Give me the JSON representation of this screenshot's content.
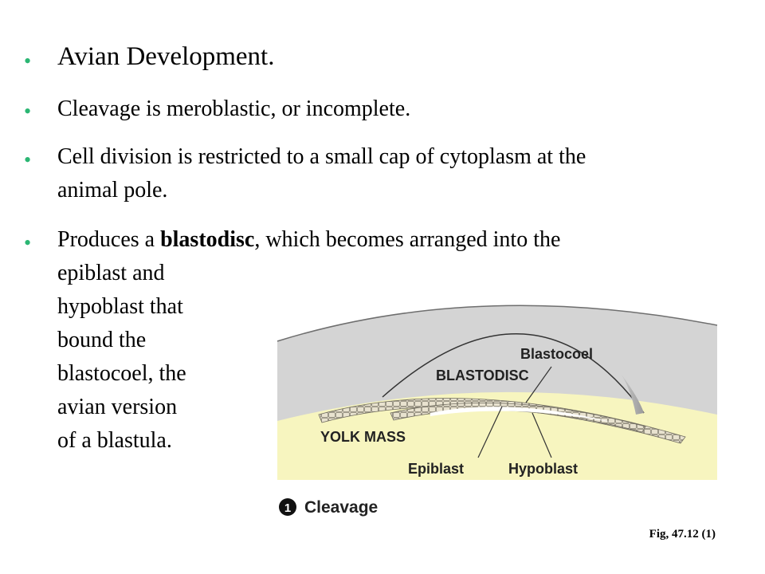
{
  "slide": {
    "bullets": [
      {
        "text": "Avian Development."
      },
      {
        "text": "Cleavage is meroblastic, or incomplete."
      },
      {
        "line1": "Cell division is restricted to a small cap of cytoplasm at the",
        "line2": "animal pole."
      },
      {
        "pre": "Produces a ",
        "bold": "blastodisc",
        "post": ", which becomes arranged into the",
        "continuation": [
          "epiblast and",
          "hypoblast that",
          "bound the",
          "blastocoel, the",
          "avian version",
          "of a blastula."
        ]
      }
    ],
    "bullet_color": "#2bb673"
  },
  "figure": {
    "labels": {
      "blastocoel": "Blastocoel",
      "blastodisc": "BLASTODISC",
      "yolk_mass": "YOLK MASS",
      "epiblast": "Epiblast",
      "hypoblast": "Hypoblast"
    },
    "step_number": "1",
    "step_label": "Cleavage",
    "colors": {
      "shell": "#d4d4d4",
      "yolk": "#f7f5bf",
      "cells": "#e8e2cf"
    }
  },
  "caption": "Fig, 47.12 (1)"
}
